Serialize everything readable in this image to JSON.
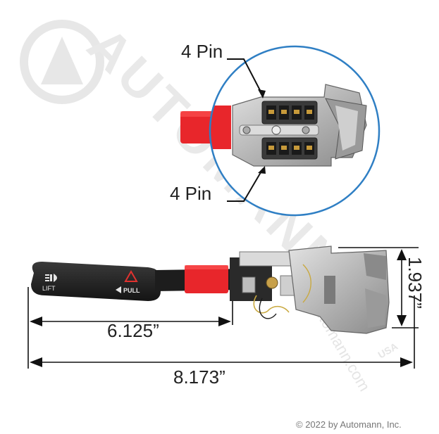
{
  "watermark": {
    "brand": "AUTOMANN",
    "url": "automann.com",
    "suffix": "USA"
  },
  "callouts": {
    "top_pin": "4 Pin",
    "bottom_pin": "4 Pin"
  },
  "lever_labels": {
    "lift": "LIFT",
    "pull": "PULL"
  },
  "dimensions": {
    "short_length": "6.125”",
    "overall_length": "8.173”",
    "height": "1.937”"
  },
  "copyright": "© 2022 by Automann, Inc.",
  "colors": {
    "circle": "#2f7fc4",
    "handle_red": "#e8262b",
    "lever_black": "#1f1f1f",
    "metal": "#b9b9b9",
    "watermark": "#d6d6d6"
  }
}
